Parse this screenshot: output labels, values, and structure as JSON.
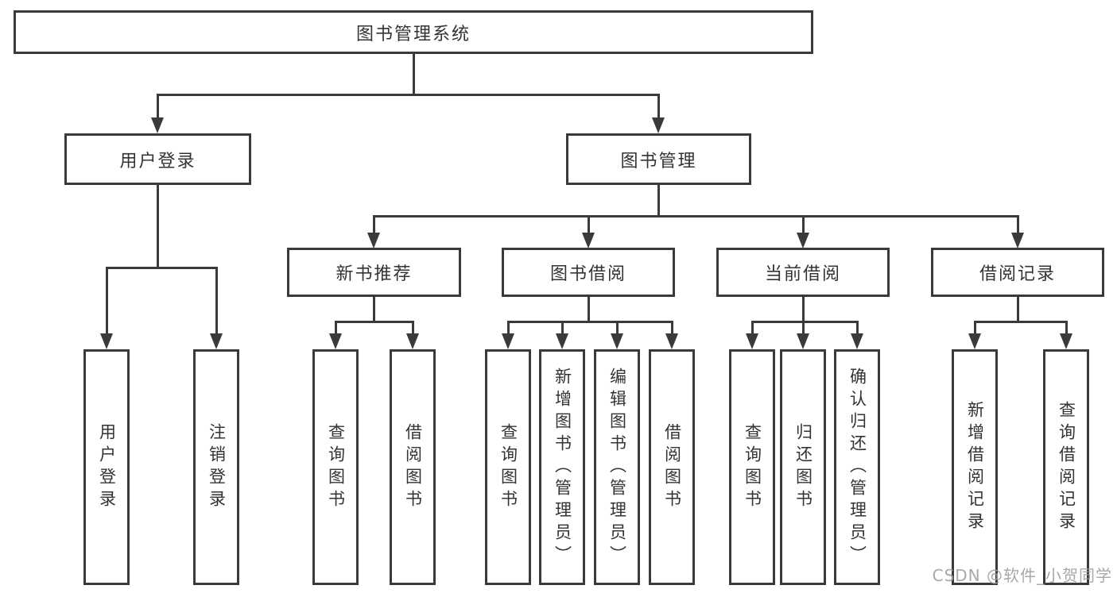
{
  "root": {
    "label": "图书管理系统",
    "children": [
      {
        "label": "用户登录",
        "children": [
          {
            "label": "用户登录"
          },
          {
            "label": "注销登录"
          }
        ]
      },
      {
        "label": "图书管理",
        "children": [
          {
            "label": "新书推荐",
            "children": [
              {
                "label": "查询图书"
              },
              {
                "label": "借阅图书"
              }
            ]
          },
          {
            "label": "图书借阅",
            "children": [
              {
                "label": "查询图书"
              },
              {
                "label": "新增图书（管理员）"
              },
              {
                "label": "编辑图书（管理员）"
              },
              {
                "label": "借阅图书"
              }
            ]
          },
          {
            "label": "当前借阅",
            "children": [
              {
                "label": "查询图书"
              },
              {
                "label": "归还图书"
              },
              {
                "label": "确认归还（管理员）"
              }
            ]
          },
          {
            "label": "借阅记录",
            "children": [
              {
                "label": "新增借阅记录"
              },
              {
                "label": "查询借阅记录"
              }
            ]
          }
        ]
      }
    ]
  },
  "watermark": "CSDN @软件_小贺同学",
  "colors": {
    "line": "#3a3a3a",
    "text": "#333333",
    "background": "#ffffff",
    "watermark": "#9e9e9e"
  }
}
